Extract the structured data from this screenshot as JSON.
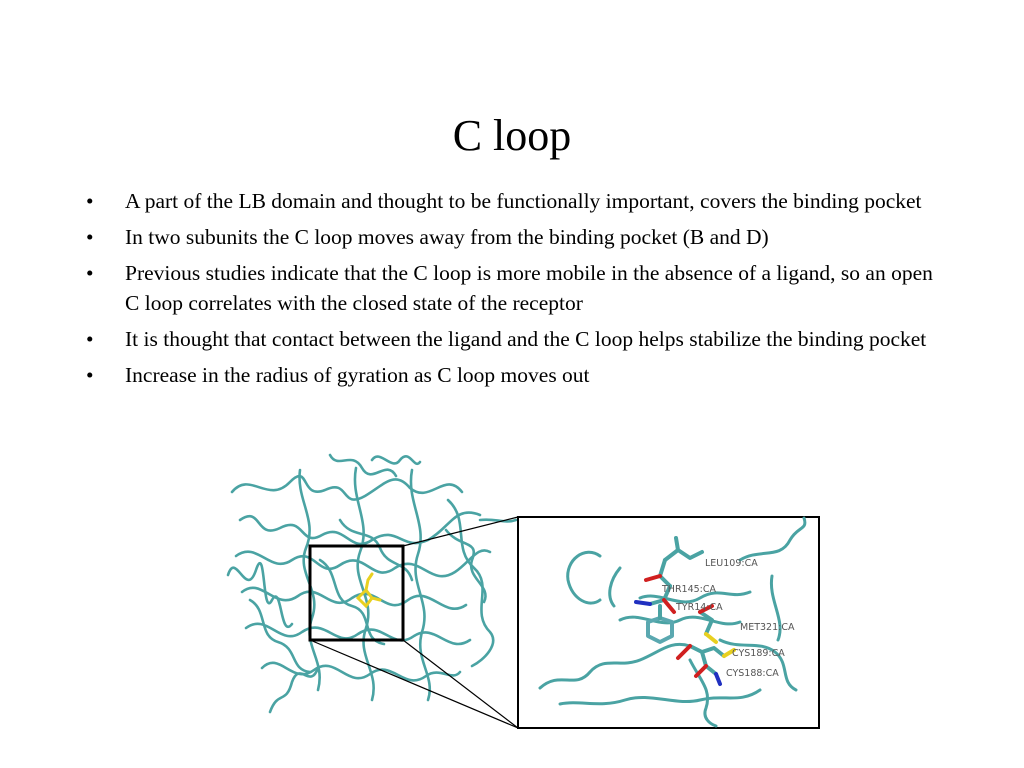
{
  "slide": {
    "title": "C loop",
    "bullet_glyph": "•",
    "bullets": [
      "A part of the LB domain and thought to be functionally important, covers the binding pocket",
      "In two subunits the C loop moves away from the binding pocket (B and D)",
      "Previous studies indicate that the C loop is more mobile in the absence of a ligand, so an open C loop correlates with the closed state of the receptor",
      "It is thought that contact between the ligand and the C loop helps stabilize the binding pocket",
      "Increase in the radius of gyration as C loop moves out"
    ]
  },
  "figure": {
    "residue_labels": [
      "LEU109:CA",
      "THR145:CA",
      "TYR14:CA",
      "MET321:CA",
      "CYS189:CA",
      "CYS188:CA"
    ],
    "colors": {
      "ribbon": "#4aa3a3",
      "ligand": "#e8d020",
      "frame": "#000000",
      "oxygen": "#d02020",
      "nitrogen": "#2030c0",
      "sulfur": "#e8d020",
      "ring": "#5aa8b0"
    }
  }
}
